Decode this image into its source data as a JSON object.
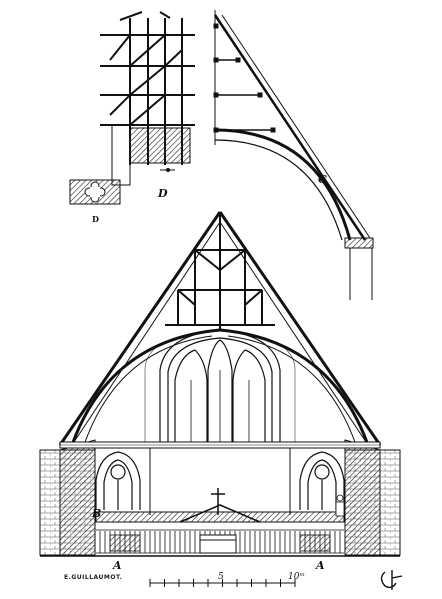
{
  "labels": {
    "A_left": "A",
    "A_right": "A",
    "B": "B",
    "C": "C",
    "D": "D",
    "D2": "D",
    "E_seal": "E"
  },
  "signature": "E.GUILLAUMOT.",
  "scale": {
    "mid": "5",
    "end": "10ᵐ"
  },
  "colors": {
    "ink": "#111111",
    "paper": "#ffffff"
  }
}
